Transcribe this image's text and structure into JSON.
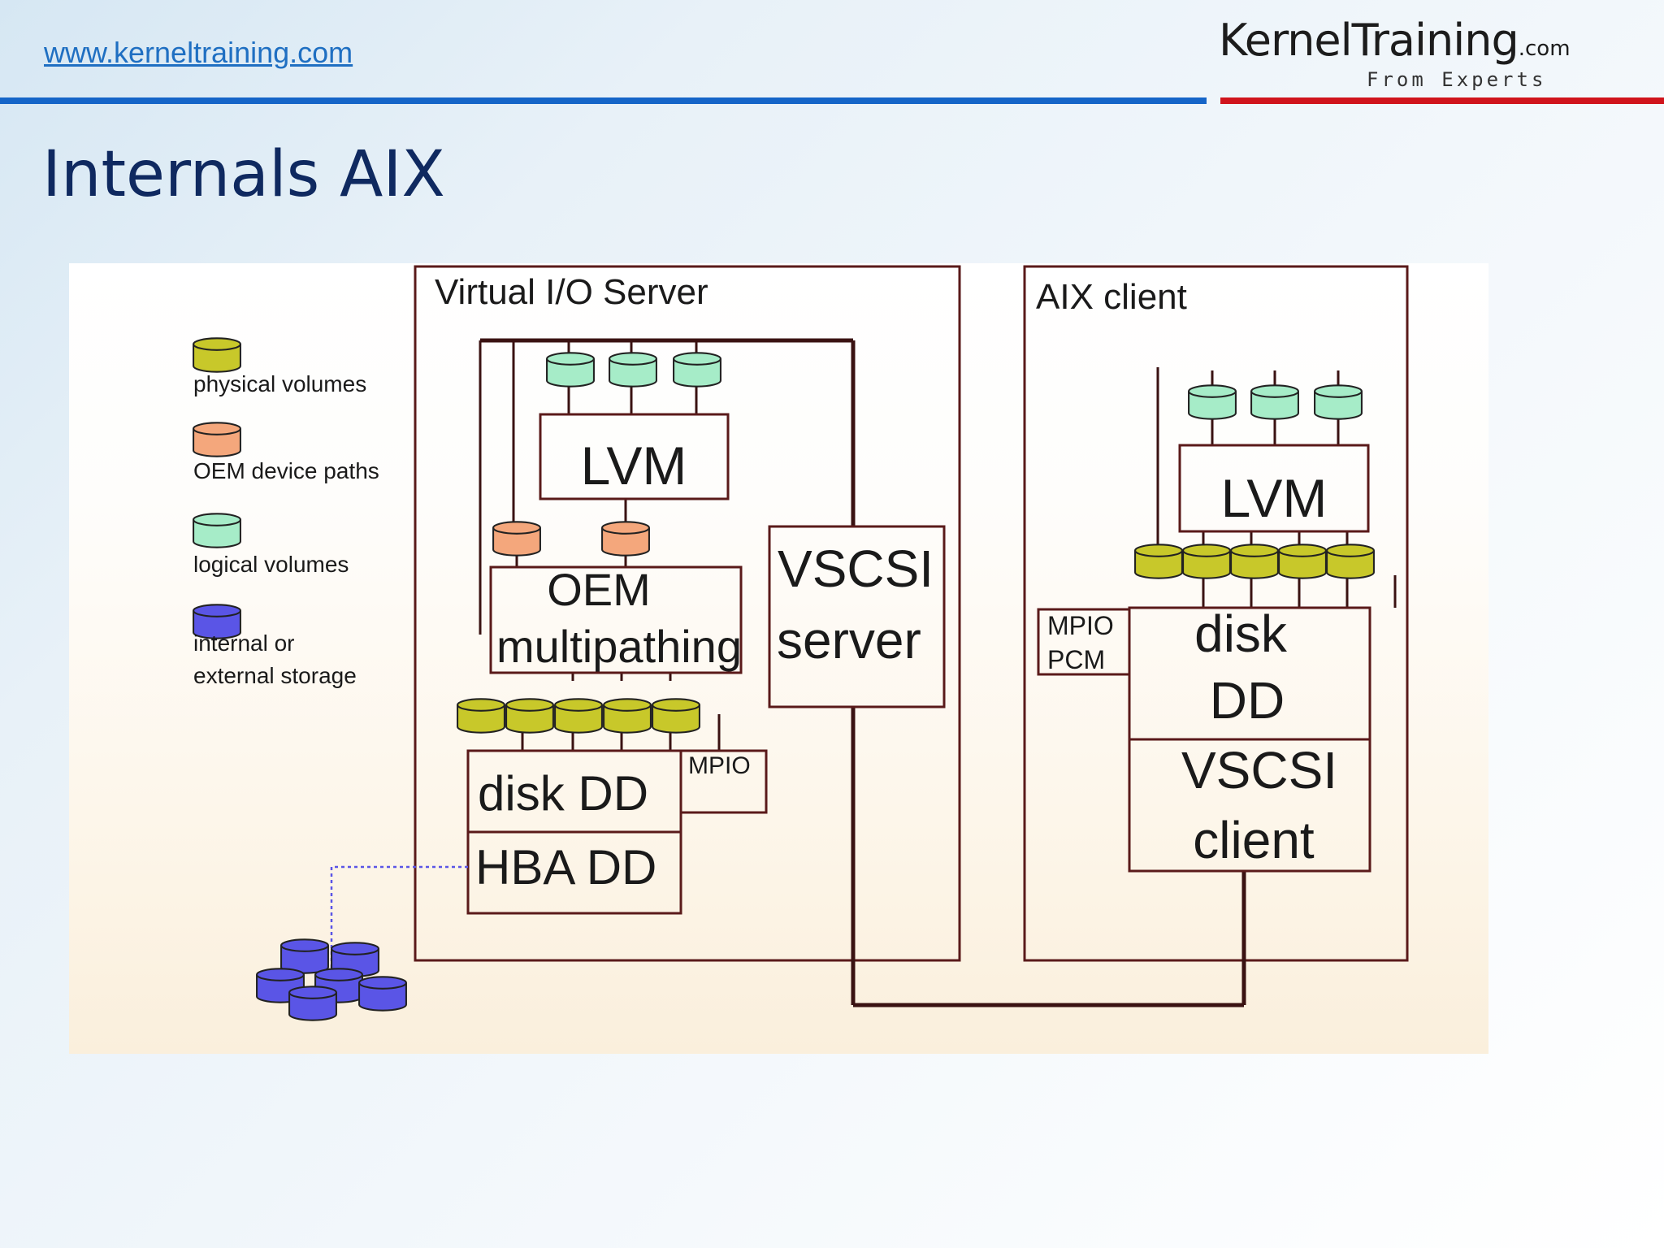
{
  "header": {
    "site_link": "www.kerneltraining.com",
    "logo_text": "KernelTraining",
    "logo_suffix": ".com",
    "logo_tagline": "From Experts",
    "title": "Internals AIX"
  },
  "colors": {
    "blue_rule": "#1565c8",
    "red_rule": "#d0141c",
    "title": "#0f2960",
    "link": "#1f6fc2",
    "physical_volume": "#c8c82a",
    "oem_path": "#f4a77c",
    "logical_volume": "#a6ecc8",
    "storage": "#5a55e6",
    "box_stroke": "#5a1a1a"
  },
  "diagram": {
    "vio_title": "Virtual I/O Server",
    "aix_title": "AIX client",
    "legend": {
      "physical": "physical volumes",
      "oem": "OEM device paths",
      "logical": "logical volumes",
      "storage_line1": "internal or",
      "storage_line2": "external storage"
    },
    "vio": {
      "lvm": "LVM",
      "oem_line1": "OEM",
      "oem_line2": "multipathing",
      "disk_dd": "disk DD",
      "hba_dd": "HBA DD",
      "mpio": "MPIO",
      "vscsi_line1": "VSCSI",
      "vscsi_line2": "server"
    },
    "aix": {
      "lvm": "LVM",
      "mpio_line1": "MPIO",
      "mpio_line2": "PCM",
      "disk_line1": "disk",
      "disk_line2": "DD",
      "vscsi_line1": "VSCSI",
      "vscsi_line2": "client"
    }
  }
}
